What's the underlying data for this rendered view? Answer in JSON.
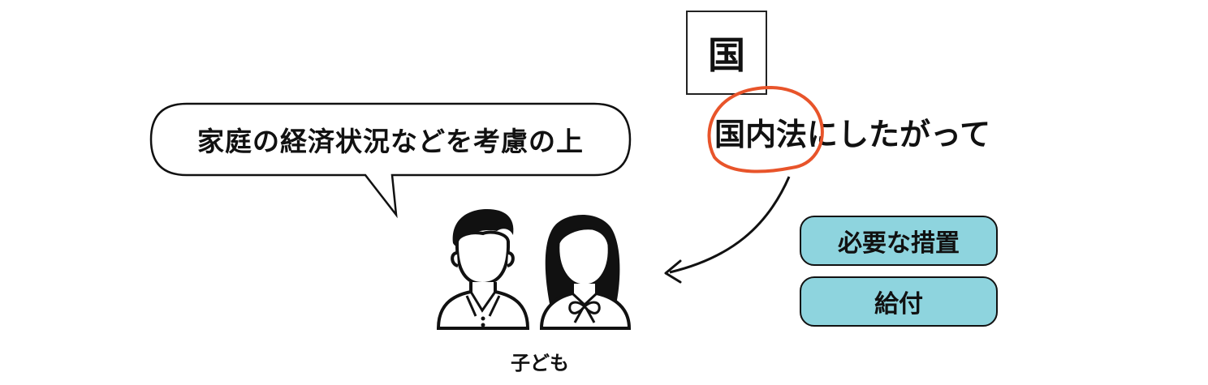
{
  "speech_bubble": {
    "text": "家庭の経済状況などを考慮の上"
  },
  "country_box": {
    "label": "国"
  },
  "domestic_law": {
    "text": "国内法にしたがって"
  },
  "measures": {
    "necessary_measures": "必要な措置",
    "benefits": "給付"
  },
  "children": {
    "label": "子ども"
  },
  "colors": {
    "highlight_circle": "#e8542a",
    "pill_fill": "#8ed4de",
    "line": "#111111"
  },
  "icons": [
    "boy-icon",
    "girl-icon",
    "arrow-icon"
  ]
}
